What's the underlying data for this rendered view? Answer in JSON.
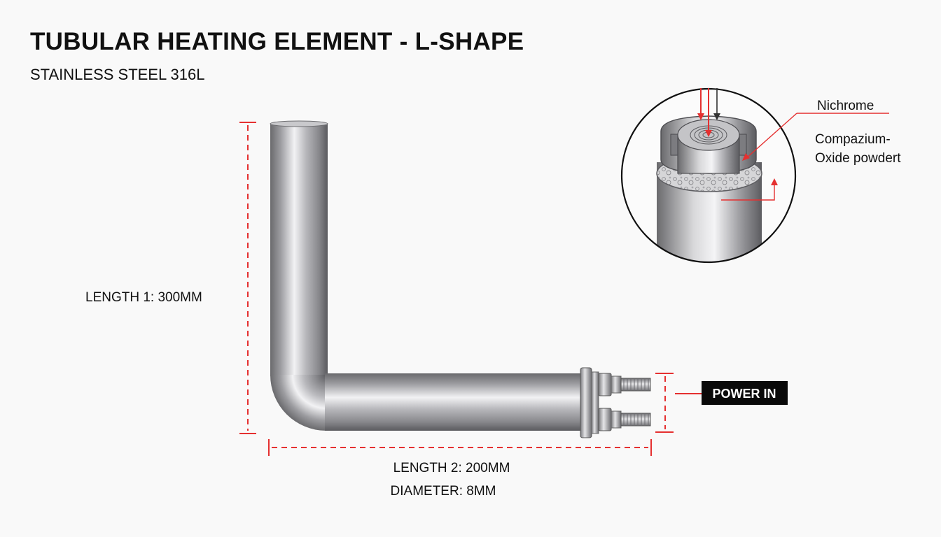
{
  "title": "TUBULAR HEATING ELEMENT - L-SHAPE",
  "subtitle": "STAINLESS STEEL 316L",
  "labels": {
    "length1": "LENGTH 1: 300MM",
    "length2": "LENGTH 2: 200MM",
    "diameter": "DIAMETER: 8MM",
    "power_in": "POWER IN",
    "inset_wire": "Nichrome",
    "inset_powder_line1": "Compazium-",
    "inset_powder_line2": "Oxide powdert"
  },
  "colors": {
    "dimension": "#e53030",
    "badge_bg": "#0a0a0a",
    "badge_text": "#ffffff",
    "steel": "#a9a9ab"
  }
}
